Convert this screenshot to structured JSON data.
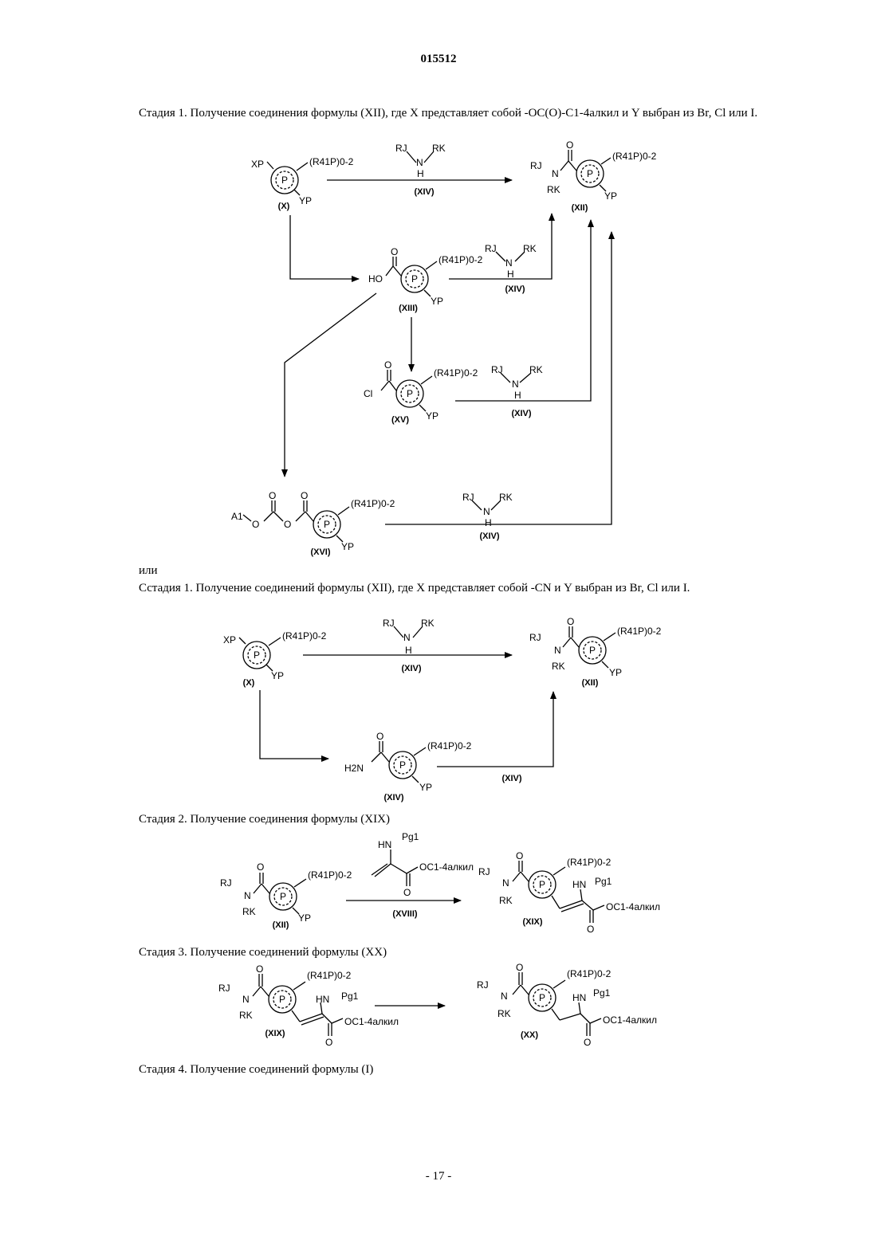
{
  "header": {
    "doc_number": "015512"
  },
  "stage1a": {
    "text": "Стадия 1. Получение соединения формулы (XII), где X представляет собой -OC(O)-C1-4алкил и Y выбран из Br, Cl или I."
  },
  "or_text": "или",
  "stage1b": {
    "text": "Сстадия 1. Получение соединений формулы (XII), где X представляет собой -CN и Y выбран из Br, Cl или I."
  },
  "stage2": {
    "text": "Стадия 2. Получение соединения формулы (XIX)"
  },
  "stage3": {
    "text": "Стадия 3. Получение соединений формулы (XX)"
  },
  "stage4": {
    "text": "Стадия 4. Получение соединений формулы (I)"
  },
  "footer": {
    "page": "- 17 -"
  },
  "compound_labels": {
    "X": "(X)",
    "XII": "(XII)",
    "XIII": "(XIII)",
    "XIV": "(XIV)",
    "XV": "(XV)",
    "XVI": "(XVI)",
    "XVIII": "(XVIII)",
    "XIX": "(XIX)",
    "XX": "(XX)"
  },
  "atoms": {
    "ring": "P",
    "substituent": "(R41P)0-2",
    "xp": "XP",
    "yp": "YP",
    "rj": "RJ",
    "rk": "RK",
    "n": "N",
    "h": "H",
    "o": "O",
    "ho": "HO",
    "cl": "Cl",
    "a1": "A1",
    "h2n": "H2N",
    "hn": "HN",
    "pg1": "Pg1",
    "oc_alkyl": "OC1-4алкил"
  }
}
